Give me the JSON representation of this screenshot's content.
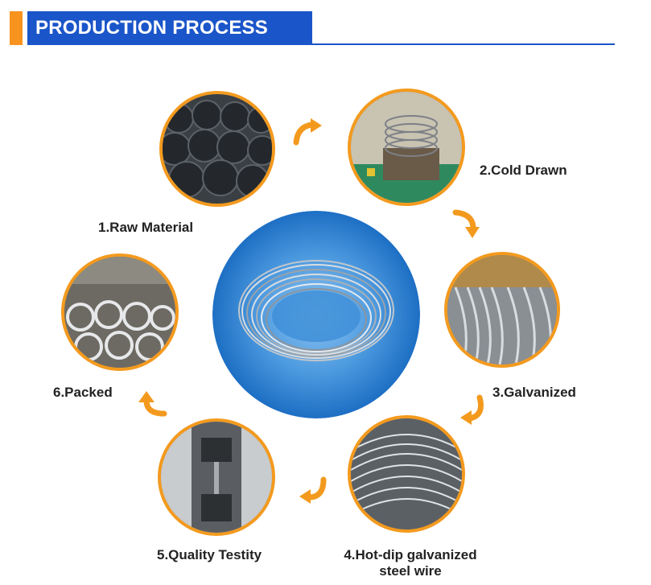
{
  "header": {
    "title": "PRODUCTION PROCESS"
  },
  "steps": [
    {
      "label": "1.Raw Material"
    },
    {
      "label": "2.Cold Drawn"
    },
    {
      "label": "3.Galvanized"
    },
    {
      "label": "4.Hot-dip galvanized",
      "label2": "steel wire"
    },
    {
      "label": "5.Quality Testity"
    },
    {
      "label": "6.Packed"
    }
  ],
  "colors": {
    "accent_orange": "#f39a1e",
    "header_blue": "#1a55c9",
    "center_blue": "#2f86d6"
  },
  "icons": [
    "curved-arrow-icon"
  ]
}
